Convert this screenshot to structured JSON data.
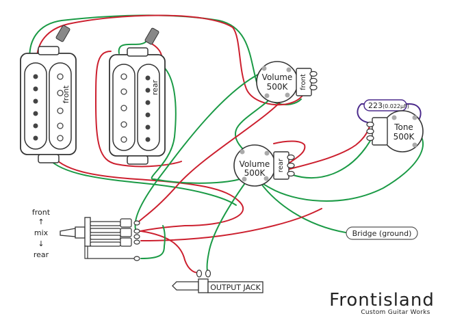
{
  "pickups": {
    "front": {
      "label": "front"
    },
    "rear": {
      "label": "rear"
    }
  },
  "pots": {
    "volume_front": {
      "line1": "Volume",
      "line2": "500K",
      "side_label": "front"
    },
    "volume_rear": {
      "line1": "Volume",
      "line2": "500K",
      "side_label": "rear"
    },
    "tone": {
      "line1": "Tone",
      "line2": "500K"
    }
  },
  "capacitor": {
    "code": "223",
    "value": "(0.022μF)"
  },
  "switch": {
    "positions": {
      "top": "front",
      "middle": "mix",
      "bottom": "rear"
    },
    "arrow_up": "↑",
    "arrow_down": "↓"
  },
  "output_jack": {
    "label": "OUTPUT JACK"
  },
  "bridge_ground": {
    "label": "Bridge (ground)"
  },
  "brand": {
    "name": "Frontisland",
    "tagline": "Custom Guitar Works"
  },
  "colors": {
    "hot": "#cc1f2e",
    "ground": "#1a9a45",
    "cap": "#4b2a8c",
    "outline": "#333333"
  }
}
